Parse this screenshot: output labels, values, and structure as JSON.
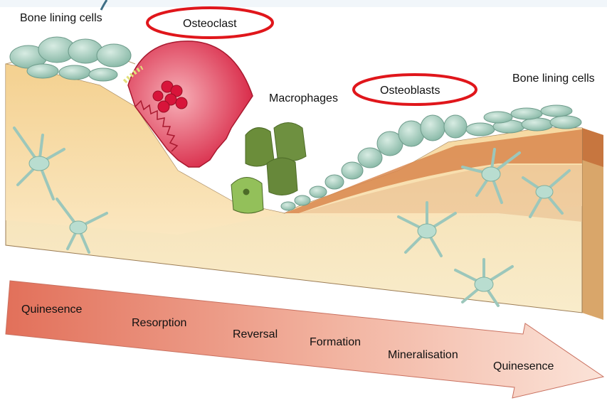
{
  "labels": {
    "bone_lining_cells_left": "Bone lining cells",
    "osteoclast": "Osteoclast",
    "macrophages": "Macrophages",
    "osteoblasts": "Osteoblasts",
    "bone_lining_cells_right": "Bone lining cells"
  },
  "phases": [
    "Quinesence",
    "Resorption",
    "Reversal",
    "Formation",
    "Mineralisation",
    "Quinesence"
  ],
  "colors": {
    "highlight_ring": "#e0161b",
    "bone_top": "#f6d9a0",
    "bone_side": "#f1c77e",
    "osteoclast": "#d82b4a",
    "macrophage": "#6b8d3a",
    "lining_cell": "#a9cfc0",
    "arrow_start": "#e2705a",
    "arrow_end": "#fbe3d8"
  },
  "icons": {
    "decor_top_left": "teal-arc-decoration"
  }
}
